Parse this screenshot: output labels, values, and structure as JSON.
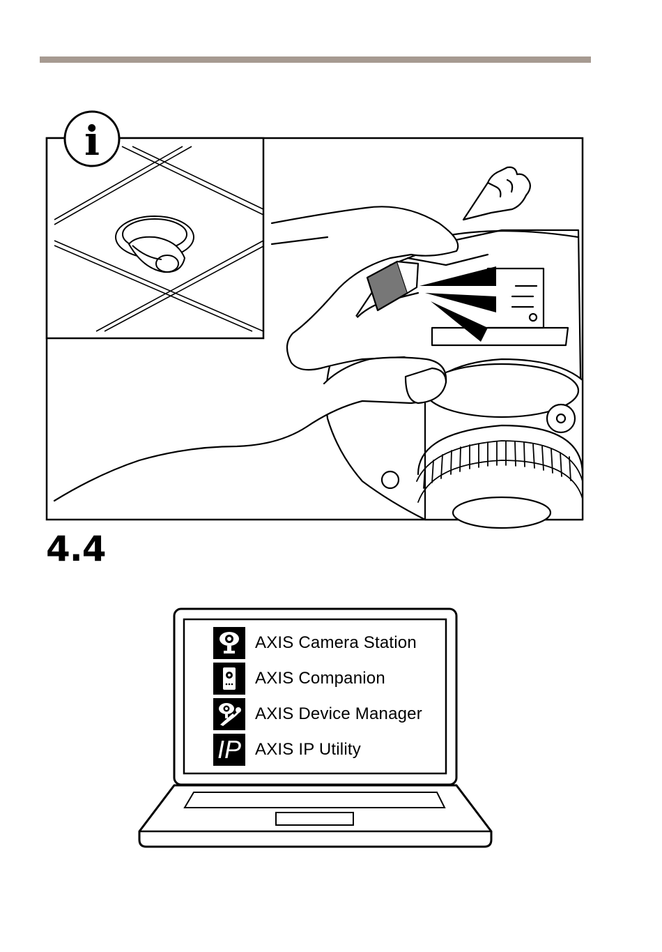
{
  "section": {
    "number": "4.4"
  },
  "info_badge": {
    "icon": "info-icon",
    "glyph": "i"
  },
  "apps": [
    {
      "label": "AXIS Camera Station",
      "icon": "camera-station-icon"
    },
    {
      "label": "AXIS Companion",
      "icon": "companion-icon"
    },
    {
      "label": "AXIS Device Manager",
      "icon": "device-manager-icon"
    },
    {
      "label": "AXIS IP Utility",
      "icon": "ip-utility-icon",
      "glyph": "IP"
    }
  ],
  "colors": {
    "rule": "#a69a91",
    "ink": "#000000",
    "paper": "#ffffff"
  }
}
